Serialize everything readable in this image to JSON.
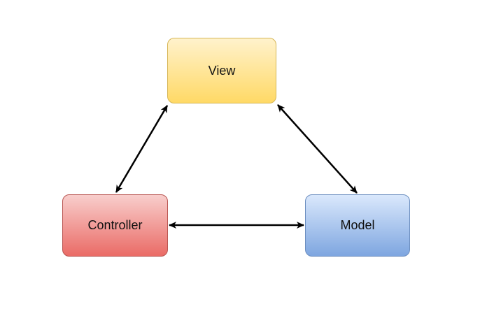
{
  "diagram": {
    "nodes": [
      {
        "id": "view",
        "label": "View",
        "fill_top": "#fff2cc",
        "fill_bottom": "#ffd966",
        "stroke": "#d6b656"
      },
      {
        "id": "controller",
        "label": "Controller",
        "fill_top": "#f8cecc",
        "fill_bottom": "#ea6b66",
        "stroke": "#b85450"
      },
      {
        "id": "model",
        "label": "Model",
        "fill_top": "#dae8fc",
        "fill_bottom": "#7ea6e0",
        "stroke": "#6c8ebf"
      }
    ],
    "edges": [
      {
        "from": "controller",
        "to": "view",
        "direction": "bidirectional"
      },
      {
        "from": "view",
        "to": "model",
        "direction": "bidirectional"
      },
      {
        "from": "controller",
        "to": "model",
        "direction": "bidirectional"
      }
    ],
    "edge_color": "#000000"
  }
}
